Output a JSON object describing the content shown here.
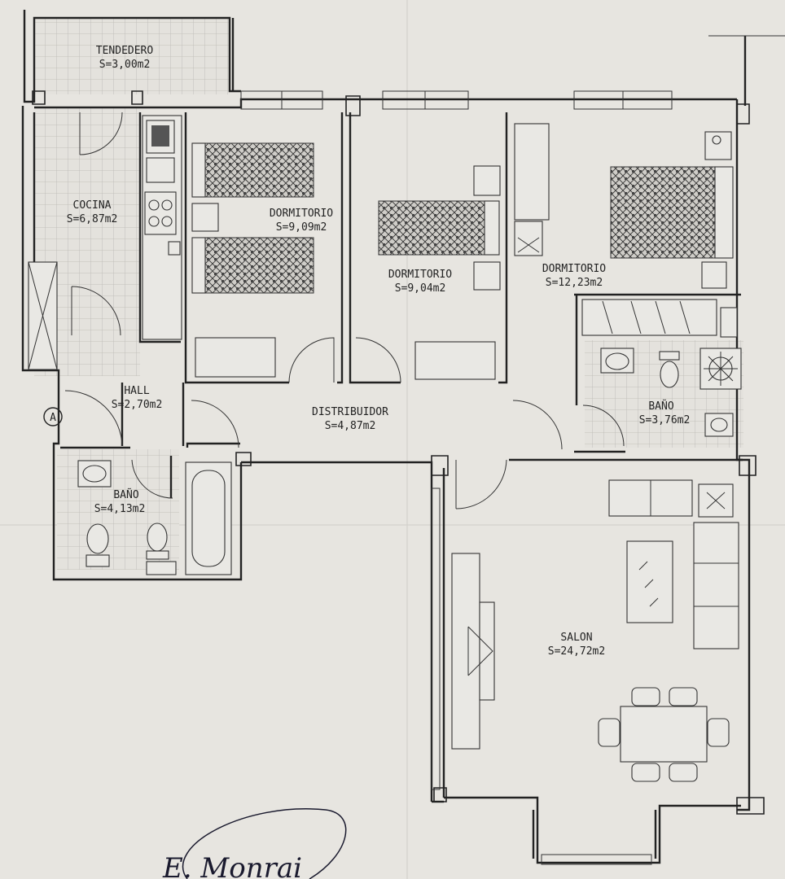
{
  "rooms": {
    "tendedero": {
      "name": "TENDEDERO",
      "area": "S=3,00m2"
    },
    "cocina": {
      "name": "COCINA",
      "area": "S=6,87m2"
    },
    "dormitorio1": {
      "name": "DORMITORIO",
      "area": "S=9,09m2"
    },
    "dormitorio2": {
      "name": "DORMITORIO",
      "area": "S=9,04m2"
    },
    "dormitorio3": {
      "name": "DORMITORIO",
      "area": "S=12,23m2"
    },
    "hall": {
      "name": "HALL",
      "area": "S=2,70m2"
    },
    "distribuidor": {
      "name": "DISTRIBUIDOR",
      "area": "S=4,87m2"
    },
    "bano1": {
      "name": "BAÑO",
      "area": "S=4,13m2"
    },
    "bano2": {
      "name": "BAÑO",
      "area": "S=3,76m2"
    },
    "salon": {
      "name": "SALON",
      "area": "S=24,72m2"
    }
  },
  "entrance_marker": "A",
  "signature": "E. Monrai"
}
